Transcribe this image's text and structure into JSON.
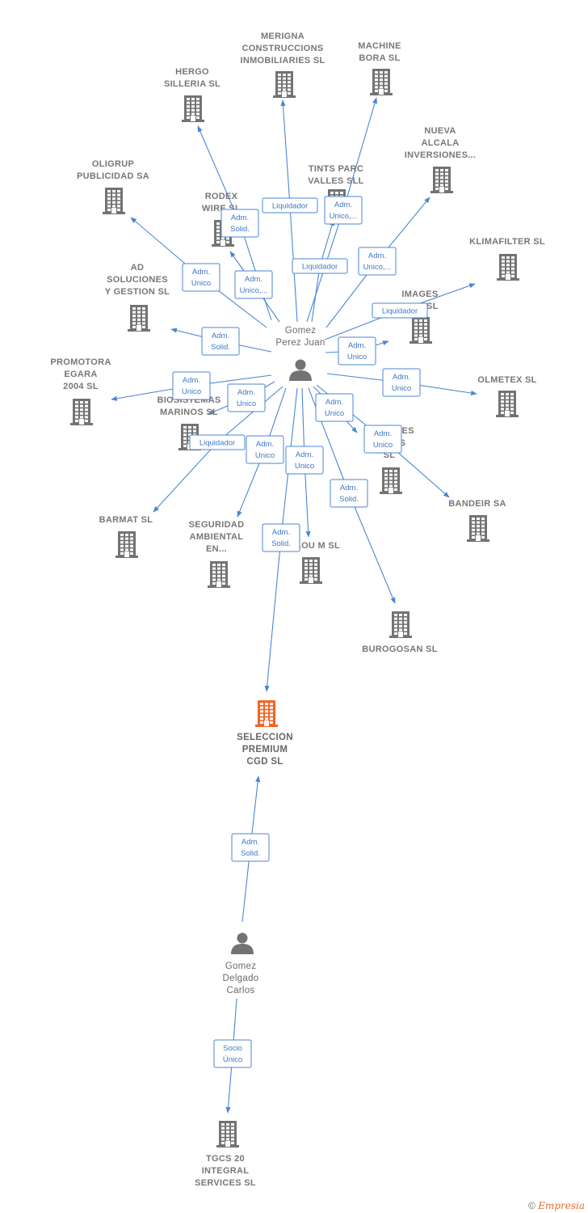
{
  "colors": {
    "edge": "#4a86d4",
    "node": "#737373",
    "highlight": "#f26522",
    "badge_text": "#3c78c8"
  },
  "footer": {
    "copyright": "©",
    "brand": "Empresia"
  },
  "nodes": [
    {
      "id": "gpj",
      "type": "person",
      "label": [
        "Gomez",
        "Perez Juan"
      ]
    },
    {
      "id": "gdc",
      "type": "person",
      "label": [
        "Gomez",
        "Delgado",
        "Carlos"
      ]
    },
    {
      "id": "sel",
      "type": "company",
      "highlight": true,
      "label": [
        "SELECCION",
        "PREMIUM",
        "CGD  SL"
      ]
    },
    {
      "id": "tgcs",
      "type": "company",
      "label": [
        "TGCS 20",
        "INTEGRAL",
        "SERVICES  SL"
      ]
    },
    {
      "id": "merigna",
      "type": "company",
      "label": [
        "MERIGNA",
        "CONSTRUCCIONS",
        "INMOBILIARIES SL"
      ]
    },
    {
      "id": "machine",
      "type": "company",
      "label": [
        "MACHINE",
        "BORA  SL"
      ]
    },
    {
      "id": "hergo",
      "type": "company",
      "label": [
        "HERGO",
        "SILLERIA SL"
      ]
    },
    {
      "id": "nueva",
      "type": "company",
      "label": [
        "NUEVA",
        "ALCALA",
        "INVERSIONES..."
      ]
    },
    {
      "id": "oligrup",
      "type": "company",
      "label": [
        "OLIGRUP",
        "PUBLICIDAD SA"
      ]
    },
    {
      "id": "tints",
      "type": "company",
      "label": [
        "TINTS PARC",
        "VALLES SLL"
      ]
    },
    {
      "id": "rodex",
      "type": "company",
      "label": [
        "RODEX",
        "WIRE  SL"
      ]
    },
    {
      "id": "klima",
      "type": "company",
      "label": [
        "KLIMAFILTER SL"
      ]
    },
    {
      "id": "ad",
      "type": "company",
      "label": [
        "AD",
        "SOLUCIONES",
        "Y GESTION  SL"
      ]
    },
    {
      "id": "images",
      "type": "company",
      "label": [
        "IMAGES",
        "...NG SL"
      ]
    },
    {
      "id": "promotora",
      "type": "company",
      "label": [
        "PROMOTORA",
        "EGARA",
        "2004 SL"
      ]
    },
    {
      "id": "olmetex",
      "type": "company",
      "label": [
        "OLMETEX SL"
      ]
    },
    {
      "id": "bio",
      "type": "company",
      "label": [
        "BIOSISTEMAS",
        "MARINOS  SL"
      ]
    },
    {
      "id": "sim",
      "type": "company",
      "label": [
        "SI...DORES",
        "D...LES",
        "SL"
      ]
    },
    {
      "id": "bandeir",
      "type": "company",
      "label": [
        "BANDEIR SA"
      ]
    },
    {
      "id": "barmat",
      "type": "company",
      "label": [
        "BARMAT SL"
      ]
    },
    {
      "id": "seguridad",
      "type": "company",
      "label": [
        "SEGURIDAD",
        "AMBIENTAL",
        "EN..."
      ]
    },
    {
      "id": "oum",
      "type": "company",
      "label": [
        "...OU M SL"
      ]
    },
    {
      "id": "burogosan",
      "type": "company",
      "label": [
        "BUROGOSAN SL"
      ]
    }
  ],
  "edges": [
    {
      "from": "gpj",
      "to": "merigna",
      "label": [
        "Liquidador"
      ]
    },
    {
      "from": "gpj",
      "to": "machine",
      "label": [
        "Adm.",
        "Unico,..."
      ]
    },
    {
      "from": "gpj",
      "to": "hergo",
      "label": [
        "Adm.",
        "Solid."
      ]
    },
    {
      "from": "gpj",
      "to": "nueva",
      "label": [
        "Adm.",
        "Unico,..."
      ]
    },
    {
      "from": "gpj",
      "to": "oligrup",
      "label": [
        "Adm.",
        "Unico"
      ]
    },
    {
      "from": "gpj",
      "to": "tints",
      "label": [
        "Liquidador"
      ]
    },
    {
      "from": "gpj",
      "to": "rodex",
      "label": [
        "Adm.",
        "Unico,..."
      ]
    },
    {
      "from": "gpj",
      "to": "klima",
      "label": [
        "Liquidador"
      ]
    },
    {
      "from": "gpj",
      "to": "ad",
      "label": [
        "Adm.",
        "Solid."
      ]
    },
    {
      "from": "gpj",
      "to": "images",
      "label": [
        "Adm.",
        "Unico"
      ]
    },
    {
      "from": "gpj",
      "to": "promotora",
      "label": [
        "Adm.",
        "Unico"
      ]
    },
    {
      "from": "gpj",
      "to": "olmetex",
      "label": [
        "Adm.",
        "Unico"
      ]
    },
    {
      "from": "gpj",
      "to": "bio",
      "label": [
        "Adm.",
        "Unico"
      ]
    },
    {
      "from": "gpj",
      "to": "sim",
      "label": [
        "Adm.",
        "Unico"
      ]
    },
    {
      "from": "gpj",
      "to": "bandeir",
      "label": [
        "Adm.",
        "Unico"
      ]
    },
    {
      "from": "gpj",
      "to": "barmat",
      "label": [
        "Liquidador"
      ]
    },
    {
      "from": "gpj",
      "to": "seguridad",
      "label": [
        "Adm.",
        "Unico"
      ]
    },
    {
      "from": "gpj",
      "to": "oum",
      "label": [
        "Adm.",
        "Unico"
      ]
    },
    {
      "from": "gpj",
      "to": "burogosan",
      "label": [
        "Adm.",
        "Solid."
      ]
    },
    {
      "from": "gpj",
      "to": "sel",
      "label": [
        "Adm.",
        "Solid."
      ]
    },
    {
      "from": "gdc",
      "to": "sel",
      "label": [
        "Adm.",
        "Solid."
      ]
    },
    {
      "from": "gdc",
      "to": "tgcs",
      "label": [
        "Socio",
        "Único"
      ]
    }
  ]
}
